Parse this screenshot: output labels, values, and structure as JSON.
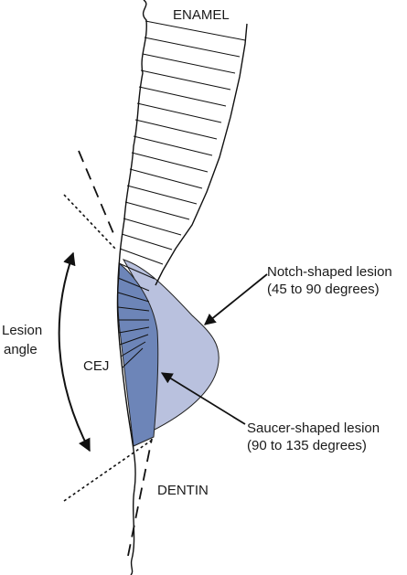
{
  "labels": {
    "enamel": "ENAMEL",
    "dentin": "DENTIN",
    "cej": "CEJ",
    "lesion_angle_line1": "Lesion",
    "lesion_angle_line2": "angle",
    "notch_line1": "Notch-shaped lesion",
    "notch_line2": "(45 to 90 degrees)",
    "saucer_line1": "Saucer-shaped lesion",
    "saucer_line2": "(90 to 135 degrees)"
  },
  "colors": {
    "outline": "#111111",
    "notch_fill": "#b9c1de",
    "saucer_fill": "#6d85b8"
  }
}
